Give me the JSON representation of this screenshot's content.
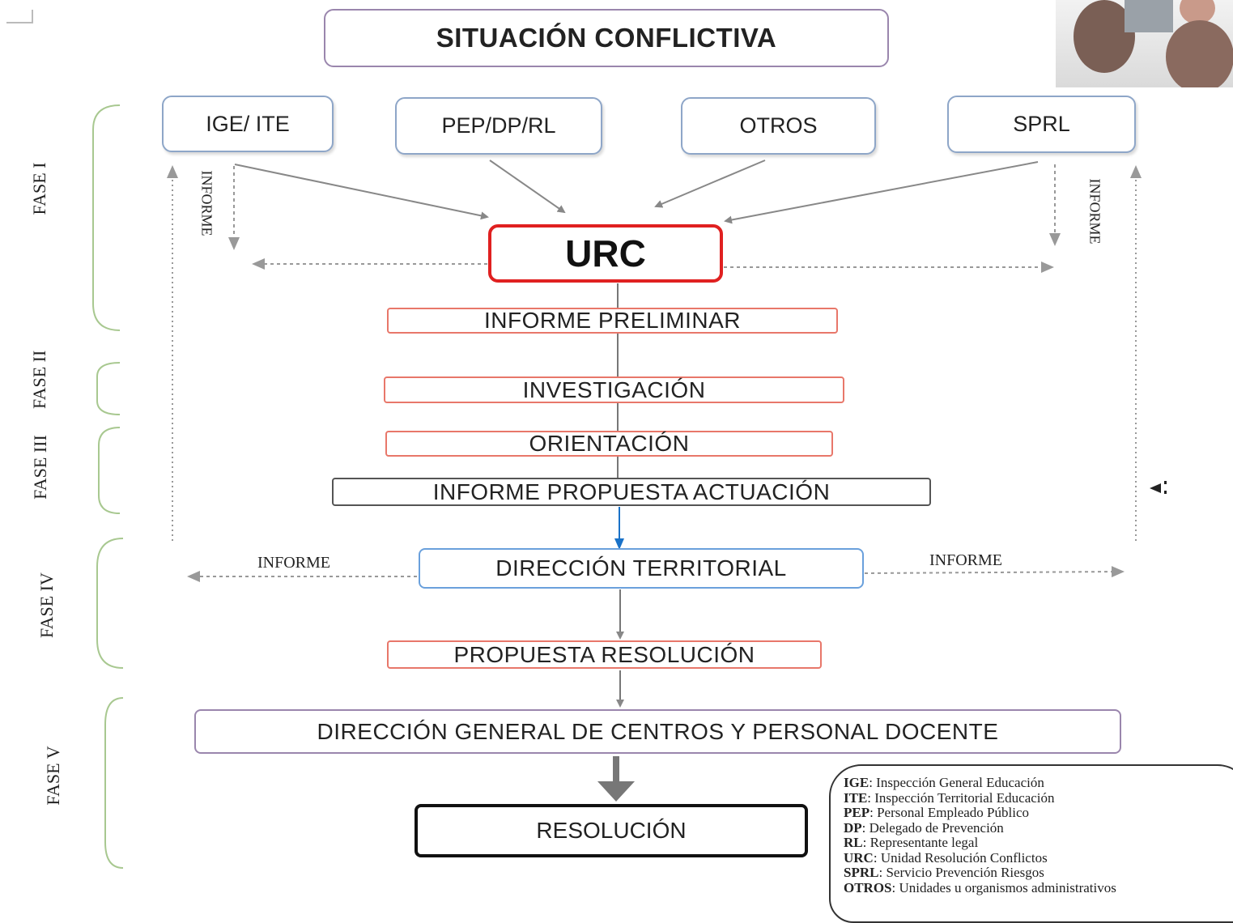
{
  "title": "SITUACIÓN CONFLICTIVA",
  "sources": [
    "IGE/ ITE",
    "PEP/DP/RL",
    "OTROS",
    "SPRL"
  ],
  "center": "URC",
  "steps": {
    "informe_preliminar": "INFORME PRELIMINAR",
    "investigacion": "INVESTIGACIÓN",
    "orientacion": "ORIENTACIÓN",
    "informe_propuesta": "INFORME PROPUESTA ACTUACIÓN",
    "direccion_territorial": "DIRECCIÓN TERRITORIAL",
    "propuesta_resolucion": "PROPUESTA RESOLUCIÓN",
    "direccion_general": "DIRECCIÓN GENERAL DE CENTROS Y PERSONAL DOCENTE",
    "resolucion": "RESOLUCIÓN"
  },
  "phases": [
    "FASE I",
    "FASE II",
    "FASE III",
    "FASE IV",
    "FASE V"
  ],
  "informe_label": "INFORME",
  "legend": [
    {
      "abbr": "IGE",
      "text": ": Inspección General Educación"
    },
    {
      "abbr": "ITE",
      "text": ": Inspección Territorial  Educación"
    },
    {
      "abbr": "PEP",
      "text": ": Personal Empleado Público"
    },
    {
      "abbr": "DP",
      "text": ": Delegado de Prevención"
    },
    {
      "abbr": "RL",
      "text": ": Representante legal"
    },
    {
      "abbr": "URC",
      "text": ":  Unidad Resolución  Conflictos"
    },
    {
      "abbr": "SPRL",
      "text": ":  Servicio Prevención Riesgos"
    },
    {
      "abbr": "OTROS",
      "text": ": Unidades u organismos administrativos"
    }
  ],
  "colors": {
    "urc_border": "#e02020",
    "red_box": "#e8776a",
    "blue_box": "#6aa0dc",
    "purple_box": "#9a86ad",
    "bracket": "#a8c890",
    "arrow": "#777777",
    "blue_arrow": "#1a72c8"
  }
}
